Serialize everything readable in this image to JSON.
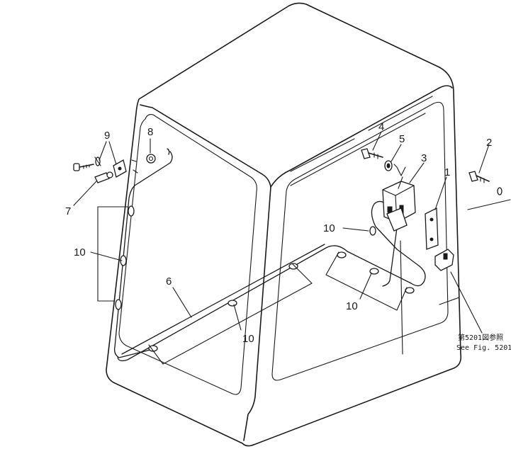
{
  "callouts": {
    "c1": "1",
    "c2": "2",
    "c3": "3",
    "c4": "4",
    "c5": "5",
    "c6": "6",
    "c7": "7",
    "c8": "8",
    "c9": "9",
    "c10a": "10",
    "c10b": "10",
    "c10c": "10",
    "c10d": "10"
  },
  "reference": {
    "line_jp": "第5201図参照",
    "line_en": "See Fig. 5201"
  },
  "colors": {
    "ink": "#1a1a1a",
    "paper": "#ffffff"
  }
}
